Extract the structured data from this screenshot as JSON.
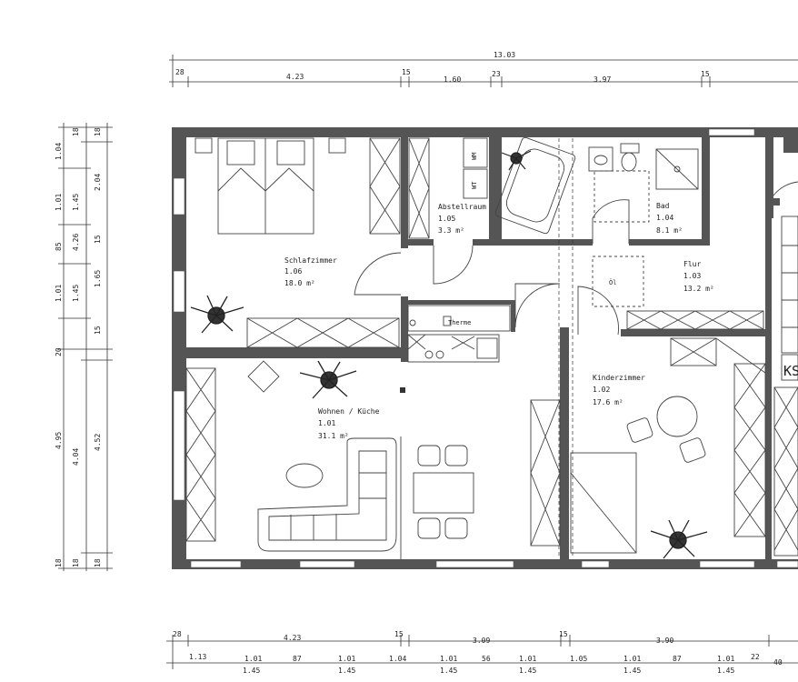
{
  "dimensions": {
    "top_total": "13.03",
    "top": [
      "28",
      "4.23",
      "15",
      "1.60",
      "23",
      "3.97",
      "15"
    ],
    "left_col1": [
      "1.04",
      "1.01",
      "85",
      "1.01",
      "20",
      "4.95",
      "18"
    ],
    "left_col2": [
      "18",
      "1.45",
      "4.26",
      "1.45",
      "4.04",
      "18"
    ],
    "left_col3": [
      "18",
      "2.04",
      "15",
      "1.65",
      "15",
      "4.52",
      "18"
    ],
    "bottom_row1": [
      "28",
      "4.23",
      "15",
      "3.09",
      "15",
      "3.90"
    ],
    "bottom_row2": [
      "1.13",
      "1.01",
      "87",
      "1.01",
      "1.04",
      "1.01",
      "56",
      "1.01",
      "1.05",
      "1.01",
      "87",
      "1.01",
      "22",
      "40"
    ],
    "bottom_row3": [
      "1.45",
      "1.45",
      "1.45",
      "1.45",
      "1.45",
      "1.45"
    ]
  },
  "rooms": [
    {
      "name": "Schlafzimmer",
      "number": "1.06",
      "area": "18.0 m²"
    },
    {
      "name": "Abstellraum",
      "number": "1.05",
      "area": "3.3 m²"
    },
    {
      "name": "Bad",
      "number": "1.04",
      "area": "8.1 m²"
    },
    {
      "name": "Flur",
      "number": "1.03",
      "area": "13.2 m²"
    },
    {
      "name": "Kinderzimmer",
      "number": "1.02",
      "area": "17.6 m²"
    },
    {
      "name": "Wohnen / Küche",
      "number": "1.01",
      "area": "31.1 m²"
    }
  ],
  "fixtures": {
    "wm": "WM",
    "wt": "WT",
    "therme": "Therme",
    "ol": "Öl",
    "ks": "KS"
  }
}
